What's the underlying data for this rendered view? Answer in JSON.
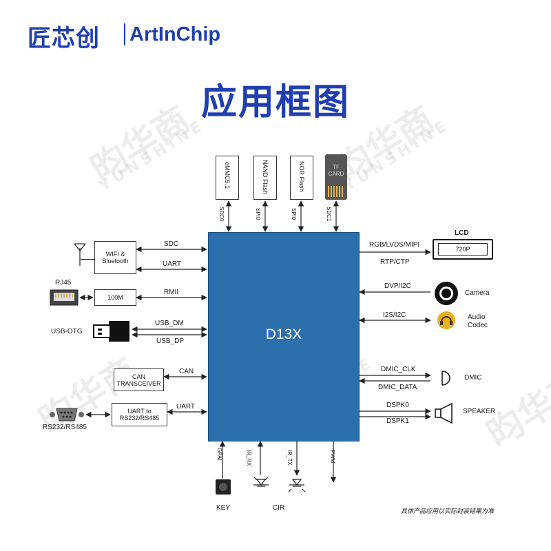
{
  "brand": {
    "cn": "匠芯创",
    "en": "ArtInChip"
  },
  "title": "应用框图",
  "watermark": {
    "cn": "昀华商",
    "en": "YUNSHINE"
  },
  "soc": {
    "name": "D13X",
    "color": "#2c6fad"
  },
  "top": {
    "emmc": {
      "box": "eMMC5.1",
      "bus": "SDC0"
    },
    "nand": {
      "box": "NAND Flash",
      "bus": "SPI0"
    },
    "nor": {
      "box": "NOR Flash",
      "bus": "SPI0"
    },
    "tf": {
      "box_line1": "TF",
      "box_line2": "CARD",
      "bus": "SDC1"
    }
  },
  "left": {
    "wifi": {
      "box": "WIFI & Bluetooth",
      "bus1": "SDC",
      "bus2": "UART"
    },
    "eth": {
      "conn": "RJ45",
      "box": "100M",
      "bus": "RMII"
    },
    "usb": {
      "conn": "USB-OTG",
      "bus1": "USB_DM",
      "bus2": "USB_DP"
    },
    "can": {
      "box": "CAN TRANSCEIVER",
      "bus": "CAN"
    },
    "uart": {
      "conn": "RS232/RS485",
      "box": "UART to RS232/RS485",
      "bus": "UART"
    }
  },
  "right": {
    "lcd": {
      "title": "LCD",
      "res": "720P",
      "bus1": "RGB/LVDS/MIPI",
      "bus2": "RTP/CTP"
    },
    "camera": {
      "label": "Camera",
      "bus": "DVP/I2C"
    },
    "audio": {
      "label_line1": "Audio",
      "label_line2": "Codec",
      "bus": "I2S/I2C"
    },
    "dmic": {
      "label": "DMIC",
      "bus1": "DMIC_CLK",
      "bus2": "DMIC_DATA"
    },
    "speaker": {
      "label": "SPEAKER",
      "bus1": "DSPK0",
      "bus2": "DSPK1"
    }
  },
  "bottom": {
    "gpai": "GPAI",
    "ir_rx": "IR_RX",
    "ir_tx": "IR_TX",
    "pwm": "PWM",
    "key": "KEY",
    "cir": "CIR"
  },
  "note": "具体产品应用以实际封装结果为准"
}
